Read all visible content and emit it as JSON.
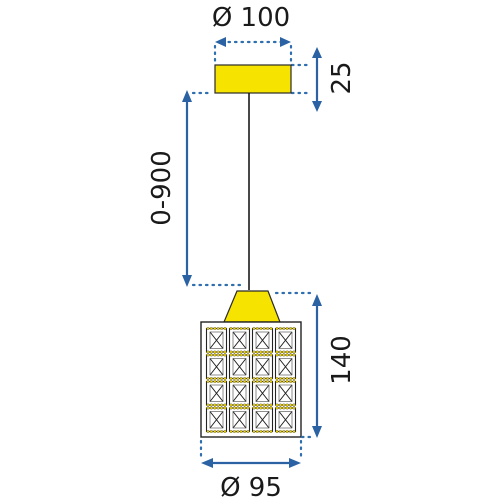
{
  "diagram": {
    "dimensions": {
      "canopy_diameter": "Ø 100",
      "canopy_height": "25",
      "cord_length": "0-900",
      "shade_height": "140",
      "shade_diameter": "Ø 95"
    },
    "colors": {
      "metal": "#f7e300",
      "dimension_lines": "#2a62a3",
      "outline": "#222222"
    },
    "crystal_grid": {
      "rows": 4,
      "columns": 4
    }
  }
}
